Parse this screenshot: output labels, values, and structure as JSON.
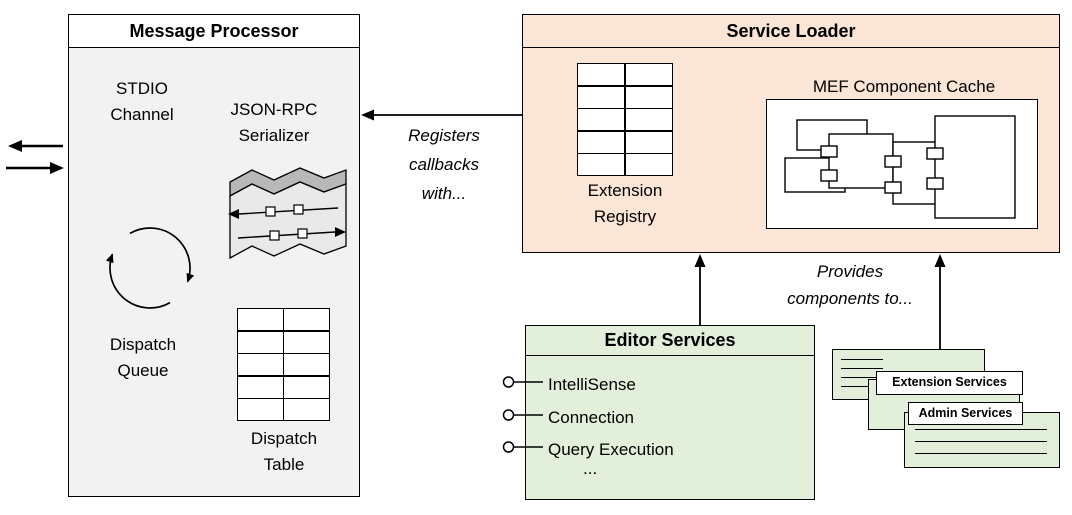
{
  "message_processor": {
    "title": "Message Processor",
    "stdio_channel_label": "STDIO\nChannel",
    "serializer_label": "JSON-RPC\nSerializer",
    "dispatch_queue_label": "Dispatch\nQueue",
    "dispatch_table_label": "Dispatch\nTable"
  },
  "service_loader": {
    "title": "Service Loader",
    "extension_registry_label": "Extension\nRegistry",
    "mef_cache_label": "MEF Component Cache"
  },
  "editor_services": {
    "title": "Editor Services",
    "items": [
      "IntelliSense",
      "Connection",
      "Query Execution"
    ],
    "more_label": "..."
  },
  "service_cards": {
    "extension_services_label": "Extension Services",
    "admin_services_label": "Admin Services"
  },
  "annotations": {
    "registers_label": "Registers\ncallbacks\nwith...",
    "provides_label": "Provides\ncomponents to..."
  },
  "colors": {
    "message_processor_bg": "#f2f2f2",
    "service_loader_bg": "#fbe5d6",
    "editor_services_bg": "#e2efda",
    "border": "#000000"
  }
}
